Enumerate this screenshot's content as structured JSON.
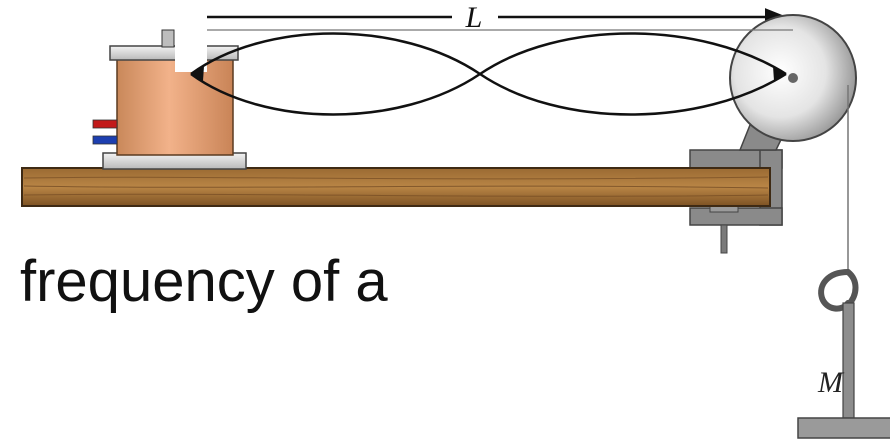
{
  "labels": {
    "length": "L",
    "mass": "M"
  },
  "caption": "frequency of a"
}
